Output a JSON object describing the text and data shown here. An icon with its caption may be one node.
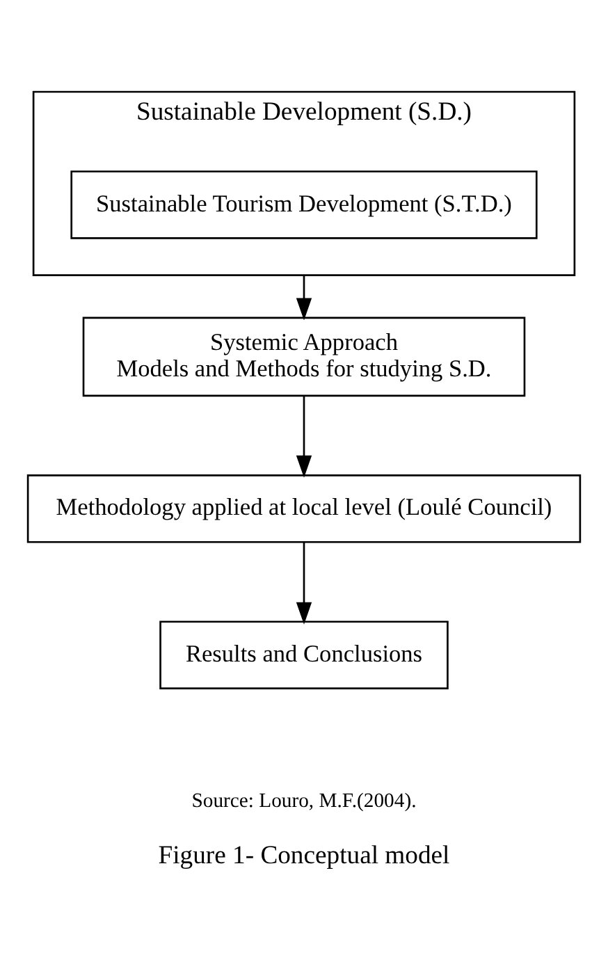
{
  "diagram": {
    "caption": "Figure 1- Conceptual model",
    "nodes": [
      {
        "text": [
          "Sustainable Development (S.D.)"
        ]
      },
      {
        "text": [
          "Sustainable Tourism Development (S.T.D.)"
        ],
        "in": 0
      },
      {
        "text": [
          "Systemic Approach",
          "Models and Methods for studying S.D."
        ]
      },
      {
        "text": [
          "Methodology applied at local level (Loulé Council)"
        ]
      },
      {
        "text": [
          "Results and Conclusions"
        ]
      }
    ],
    "edges": [
      {
        "from": 0,
        "to": 2,
        "arrow": "to"
      },
      {
        "from": 2,
        "to": 3,
        "arrow": "to"
      },
      {
        "from": 3,
        "to": 4,
        "arrow": "to"
      }
    ],
    "labels": [
      "Source: Louro, M.F.(2004)."
    ]
  }
}
